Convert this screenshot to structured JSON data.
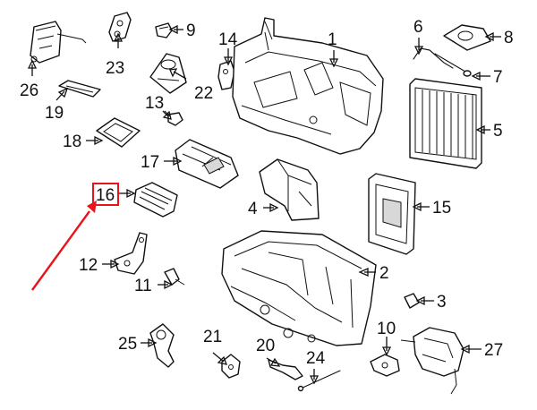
{
  "colors": {
    "ink": "#111111",
    "highlight": "#e8141b",
    "background": "#ffffff"
  },
  "highlighted_callout": "16",
  "callouts": [
    {
      "id": "c1",
      "label": "1"
    },
    {
      "id": "c2",
      "label": "2"
    },
    {
      "id": "c3",
      "label": "3"
    },
    {
      "id": "c4",
      "label": "4"
    },
    {
      "id": "c5",
      "label": "5"
    },
    {
      "id": "c6",
      "label": "6"
    },
    {
      "id": "c7",
      "label": "7"
    },
    {
      "id": "c8",
      "label": "8"
    },
    {
      "id": "c9",
      "label": "9"
    },
    {
      "id": "c10",
      "label": "10"
    },
    {
      "id": "c11",
      "label": "11"
    },
    {
      "id": "c12",
      "label": "12"
    },
    {
      "id": "c13",
      "label": "13"
    },
    {
      "id": "c14",
      "label": "14"
    },
    {
      "id": "c15",
      "label": "15"
    },
    {
      "id": "c16",
      "label": "16"
    },
    {
      "id": "c17",
      "label": "17"
    },
    {
      "id": "c18",
      "label": "18"
    },
    {
      "id": "c19",
      "label": "19"
    },
    {
      "id": "c20",
      "label": "20"
    },
    {
      "id": "c21",
      "label": "21"
    },
    {
      "id": "c22",
      "label": "22"
    },
    {
      "id": "c23",
      "label": "23"
    },
    {
      "id": "c24",
      "label": "24"
    },
    {
      "id": "c25",
      "label": "25"
    },
    {
      "id": "c26",
      "label": "26"
    },
    {
      "id": "c27",
      "label": "27"
    }
  ]
}
